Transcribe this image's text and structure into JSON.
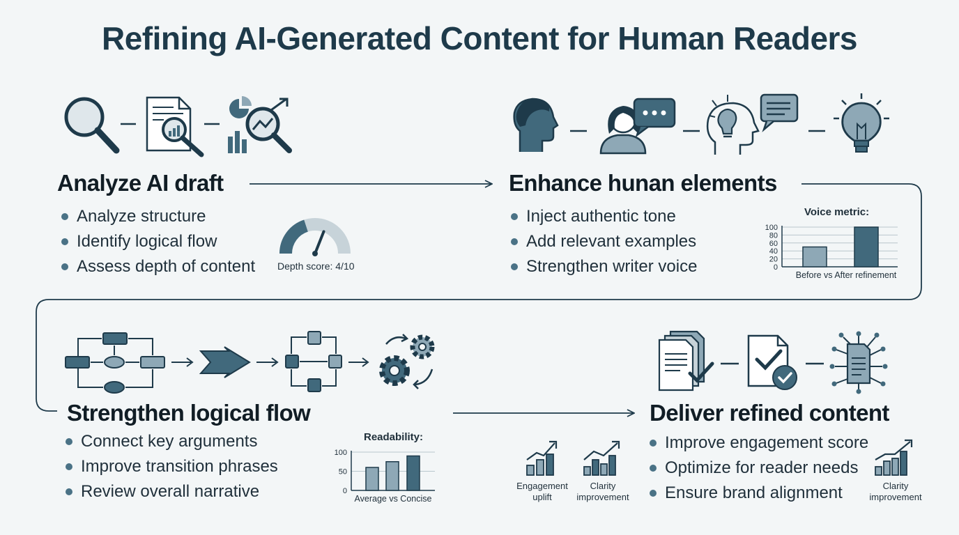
{
  "title": "Refining AI-Generated Content for Human Readers",
  "colors": {
    "primary": "#41697c",
    "light": "#8ea8b6",
    "pale": "#c7d3d9",
    "text": "#1f2f3a",
    "background": "#f3f6f7"
  },
  "sections": {
    "analyze": {
      "title": "Analyze AI draft",
      "bullets": [
        "Analyze structure",
        "Identify logical flow",
        "Assess depth of content"
      ],
      "icons": [
        "magnifier-icon",
        "document-search-icon",
        "chart-search-icon"
      ],
      "gauge": {
        "label": "Depth score: 4/10",
        "value": 4,
        "max": 10
      }
    },
    "enhance": {
      "title": "Enhance hunan elements",
      "bullets": [
        "Inject authentic tone",
        "Add relevant examples",
        "Strengthen writer voice"
      ],
      "icons": [
        "person-profile-icon",
        "person-speech-icon",
        "head-idea-icon",
        "lightbulb-icon"
      ]
    },
    "strengthen": {
      "title": "Strengthen logical flow",
      "bullets": [
        "Connect key arguments",
        "Improve transition phrases",
        "Review overall narrative"
      ],
      "icons": [
        "flowchart-icon",
        "arrow-icon",
        "connected-nodes-icon",
        "gears-icon"
      ]
    },
    "deliver": {
      "title": "Deliver refined content",
      "bullets": [
        "Improve engagement score",
        "Optimize for reader needs",
        "Ensure brand alignment"
      ],
      "icons": [
        "documents-check-icon",
        "document-approved-icon",
        "document-network-icon"
      ],
      "badges": [
        {
          "label": "Engagement uplift",
          "icon": "growth-chart-icon"
        },
        {
          "label": "Clarity improvement",
          "icon": "growth-chart-icon"
        },
        {
          "label": "Clarity improvement",
          "icon": "growth-chart-icon"
        }
      ]
    }
  },
  "chart_data": [
    {
      "type": "bar",
      "title": "Voice metric:",
      "categories": [
        "Before",
        "After refinement"
      ],
      "xlabel": "Before vs  After refinement",
      "values": [
        50,
        100
      ],
      "ylim": [
        0,
        100
      ],
      "yticks": [
        "100",
        "80",
        "60",
        "40",
        "20",
        "0"
      ],
      "grid": true
    },
    {
      "type": "bar",
      "title": "Readability:",
      "categories": [
        "Average",
        "",
        "Concise"
      ],
      "xlabel": "Average vs Concise",
      "values": [
        60,
        75,
        90
      ],
      "ylim": [
        0,
        100
      ],
      "yticks": [
        "100",
        "50",
        "0"
      ],
      "grid": true
    }
  ]
}
